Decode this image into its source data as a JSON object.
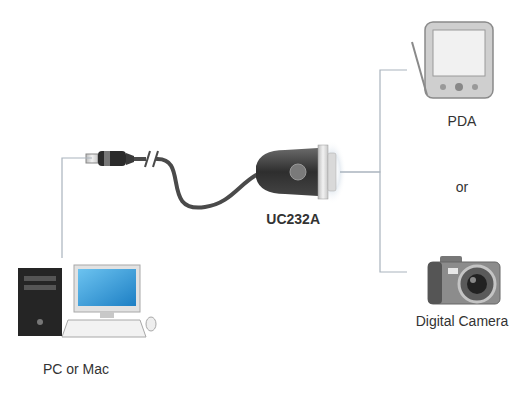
{
  "diagram": {
    "nodes": [
      {
        "text": [
          "PC or Mac"
        ]
      },
      {
        "text": [
          "UC232A"
        ]
      },
      {
        "text": [
          "PDA"
        ]
      },
      {
        "text": [
          "Digital Camera"
        ]
      }
    ],
    "edges": [
      {
        "from": 0,
        "to": 1,
        "arrow": "none"
      },
      {
        "from": 1,
        "to": 2,
        "arrow": "none"
      },
      {
        "from": 1,
        "to": 3,
        "arrow": "none"
      }
    ],
    "labels": [
      "or"
    ]
  }
}
